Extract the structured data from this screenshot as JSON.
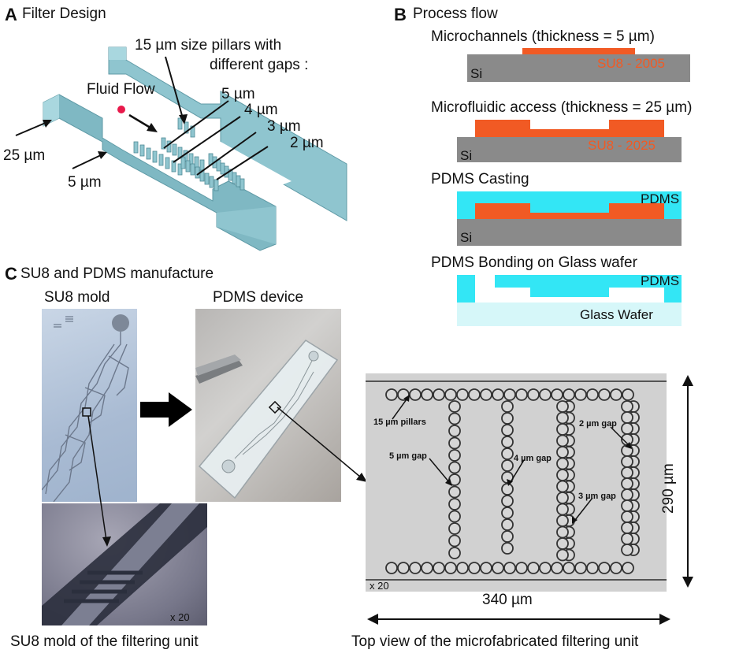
{
  "panelA": {
    "letter": "A",
    "title": "Filter Design",
    "pillars_label_line1": "15 µm size pillars with",
    "pillars_label_line2": "different gaps :",
    "fluid_flow": "Fluid Flow",
    "gap5": "5 µm",
    "gap4": "4 µm",
    "gap3": "3 µm",
    "gap2": "2 µm",
    "height25": "25 µm",
    "height5": "5 µm"
  },
  "panelB": {
    "letter": "B",
    "title": "Process flow",
    "step1": "Microchannels (thickness = 5 µm)",
    "step1_su8": "SU8 - 2005",
    "step2": "Microfluidic access (thickness = 25 µm)",
    "step2_su8": "SU8 - 2025",
    "step3": "PDMS Casting",
    "step4": "PDMS Bonding on Glass wafer",
    "si": "Si",
    "pdms": "PDMS",
    "glass": "Glass Wafer"
  },
  "panelC": {
    "letter": "C",
    "title": "SU8 and PDMS manufacture",
    "su8_mold": "SU8 mold",
    "pdms_device": "PDMS device",
    "zoom_mag": "x 20",
    "caption_left": "SU8 mold of the filtering unit",
    "caption_right": "Top view of the microfabricated filtering unit",
    "top_view": {
      "mag": "x 20",
      "pillars": "15 µm pillars",
      "gap5": "5 µm gap",
      "gap4": "4 µm gap",
      "gap3": "3 µm gap",
      "gap2": "2 µm gap",
      "height": "290 µm",
      "width": "340 µm"
    }
  },
  "colors": {
    "si": "#8a8a8a",
    "su8": "#f15a24",
    "pdms": "#33e6f5",
    "glass": "#d6f7f9",
    "wall": "#8fc5cf"
  }
}
